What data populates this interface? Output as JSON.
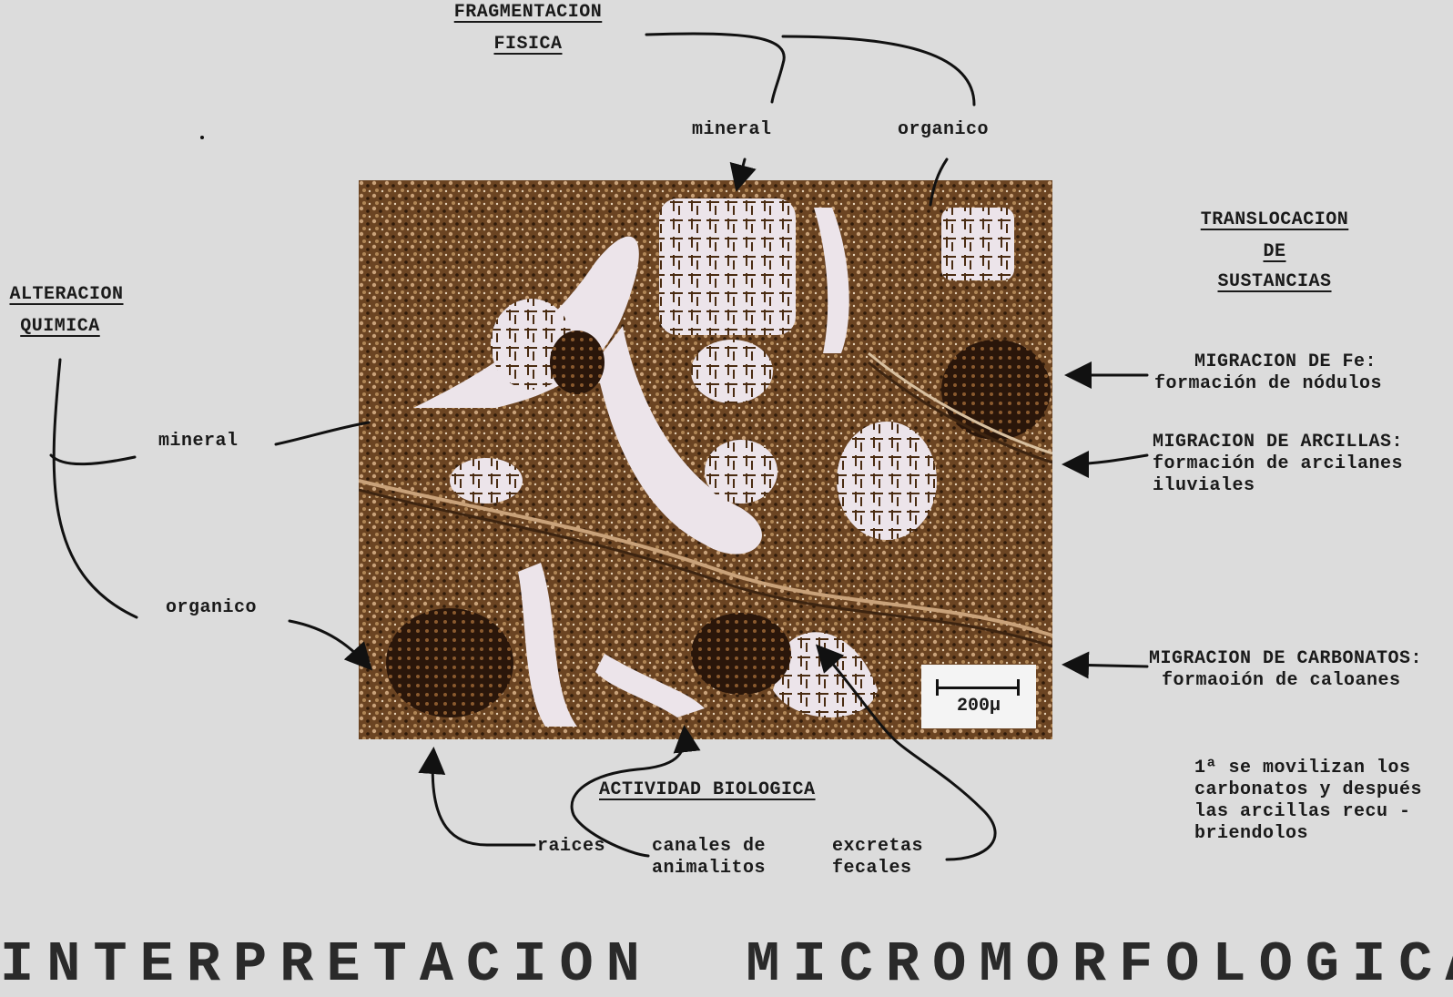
{
  "labels": {
    "fragmentacion_l1": "FRAGMENTACION",
    "fragmentacion_l2": "FISICA",
    "frag_mineral": "mineral",
    "frag_organico": "organico",
    "traslocacion_l1": "TRANSLOCACION",
    "traslocacion_l2": "DE",
    "traslocacion_l3": "SUSTANCIAS",
    "alteracion_l1": "ALTERACION",
    "alteracion_l2": "QUIMICA",
    "alt_mineral": "mineral",
    "alt_organico": "organico",
    "fe_l1": "MIGRACION DE Fe:",
    "fe_l2": "formación de nódulos",
    "arcillas_l1": "MIGRACION DE ARCILLAS:",
    "arcillas_l2": "formación de arcilanes",
    "arcillas_l3": "iluviales",
    "carbonatos_l1": "MIGRACION DE CARBONATOS:",
    "carbonatos_l2": "formaoión de caloanes",
    "nota_l1": "1ª se movilizan los",
    "nota_l2": "carbonatos y después",
    "nota_l3": "las arcillas recu -",
    "nota_l4": "briendolos",
    "actividad": "ACTIVIDAD BIOLOGICA",
    "raices": "raices",
    "canales_l1": "canales de",
    "canales_l2": "animalitos",
    "excretas_l1": "excretas",
    "excretas_l2": "fecales",
    "scale": "200µ",
    "title": "INTERPRETACION  MICROMORFOLOGICA"
  },
  "colors": {
    "background": "#dcdcdc",
    "ink": "#1a1a1a",
    "micrograph_dark": "#3d2410",
    "micrograph_mid": "#8a5a2e",
    "micrograph_light": "#ece4ea"
  }
}
